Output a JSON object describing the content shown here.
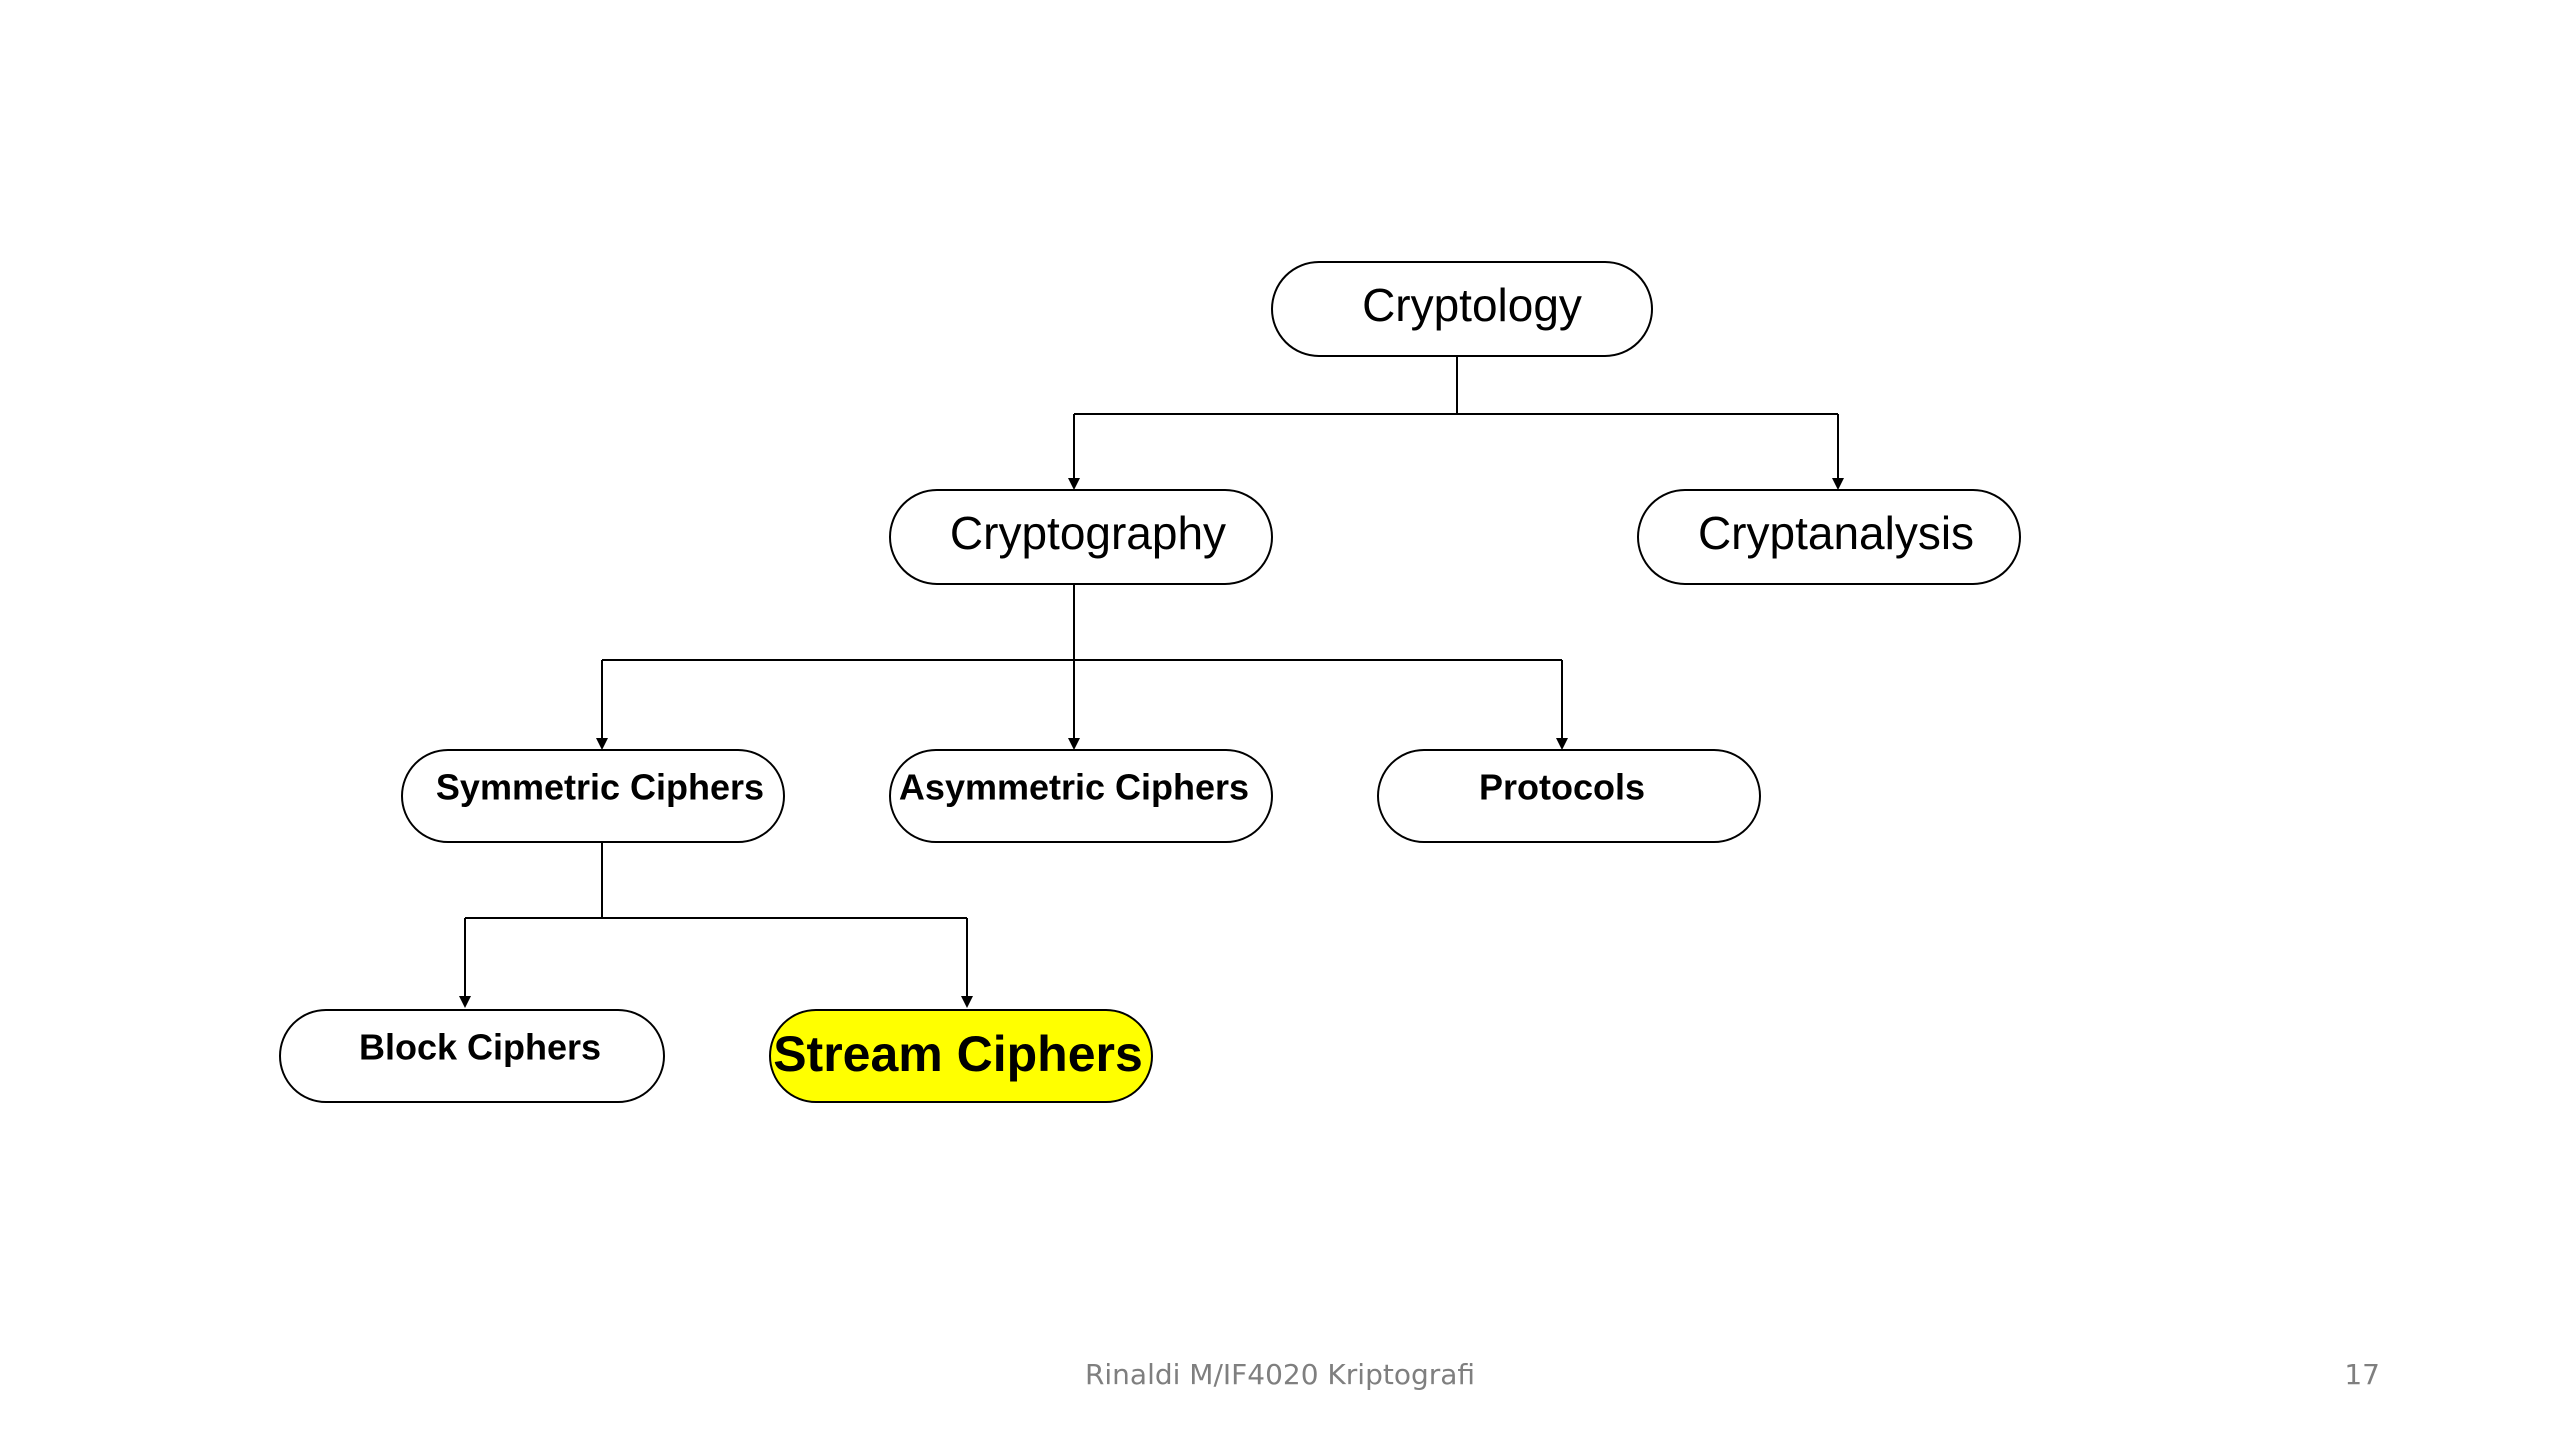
{
  "diagram": {
    "nodes": {
      "cryptology": {
        "label": "Cryptology"
      },
      "cryptography": {
        "label": "Cryptography"
      },
      "cryptanalysis": {
        "label": "Cryptanalysis"
      },
      "symmetric": {
        "label": "Symmetric Ciphers"
      },
      "asymmetric": {
        "label": "Asymmetric Ciphers"
      },
      "protocols": {
        "label": "Protocols"
      },
      "block": {
        "label": "Block Ciphers"
      },
      "stream": {
        "label": "Stream Ciphers",
        "highlight_color": "#ffff00"
      }
    },
    "edges": [
      [
        "cryptology",
        "cryptography"
      ],
      [
        "cryptology",
        "cryptanalysis"
      ],
      [
        "cryptography",
        "symmetric"
      ],
      [
        "cryptography",
        "asymmetric"
      ],
      [
        "cryptography",
        "protocols"
      ],
      [
        "symmetric",
        "block"
      ],
      [
        "symmetric",
        "stream"
      ]
    ]
  },
  "footer": {
    "text": "Rinaldi M/IF4020 Kriptografi",
    "page_number": "17"
  }
}
